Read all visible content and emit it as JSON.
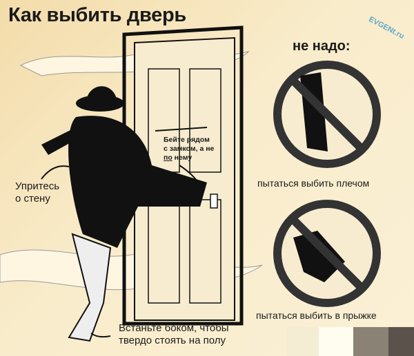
{
  "title": "Как выбить дверь",
  "watermark": "EVGENt.ru",
  "labels": {
    "lean_line1": "Упритесь",
    "lean_line2": "о стену",
    "side_line1": "Встаньте боком, чтобы",
    "side_line2": "твердо стоять на полу",
    "hint_line1": "Бейте рядом",
    "hint_line2": "с замком, а не",
    "hint_line3_underlined": "по",
    "hint_line3_rest": " нему"
  },
  "dont": {
    "heading": "не надо:",
    "items": [
      {
        "caption": "пытаться выбить плечом",
        "icon": "prohibited-shoulder-icon"
      },
      {
        "caption": "пытаться выбить в прыжке",
        "icon": "prohibited-jump-icon"
      }
    ]
  },
  "swatches": [
    "#f5ecd4",
    "#fffcf0",
    "#8a8274",
    "#5b534b"
  ]
}
